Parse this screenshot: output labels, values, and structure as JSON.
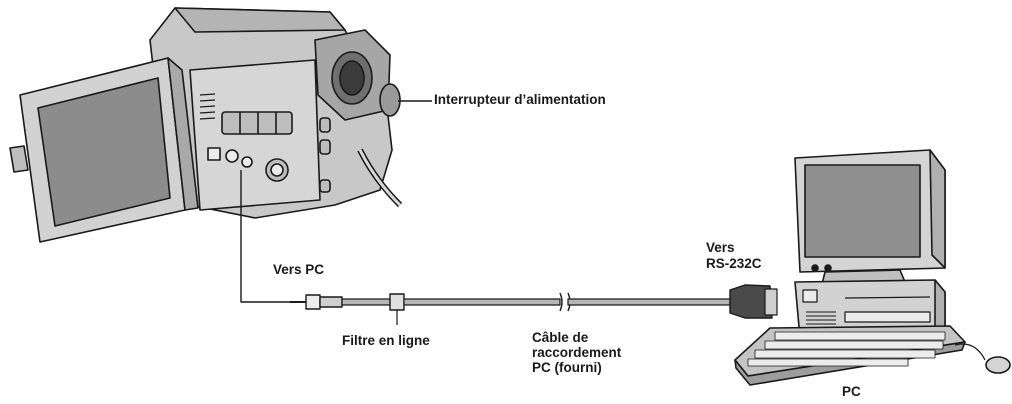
{
  "labels": {
    "power_switch": "Interrupteur d’alimentation",
    "to_pc": "Vers PC",
    "inline_filter": "Filtre en ligne",
    "cable_line1": "Câble de",
    "cable_line2": "raccordement",
    "cable_line3": "PC (fourni)",
    "to_rs232c_line1": "Vers",
    "to_rs232c_line2": "RS-232C",
    "pc": "PC"
  },
  "colors": {
    "outline": "#1a1a1a",
    "camera_body": "#cfcfcf",
    "camera_shade": "#a9a9a9",
    "screen": "#8c8c8c",
    "cable": "#b5b5b5"
  }
}
